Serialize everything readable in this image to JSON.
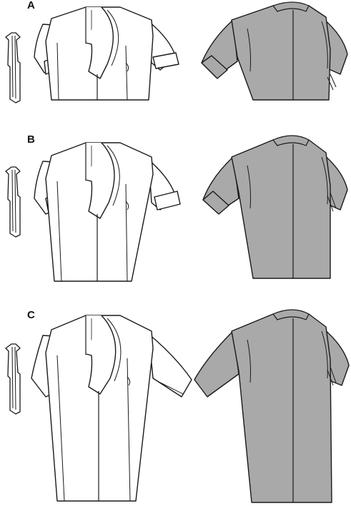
{
  "views": [
    {
      "label": "A"
    },
    {
      "label": "B"
    },
    {
      "label": "C"
    }
  ],
  "colors": {
    "outline": "#1a1a1a",
    "front_fill": "#ffffff",
    "back_fill": "#a9a9a9",
    "background": "#ffffff"
  }
}
